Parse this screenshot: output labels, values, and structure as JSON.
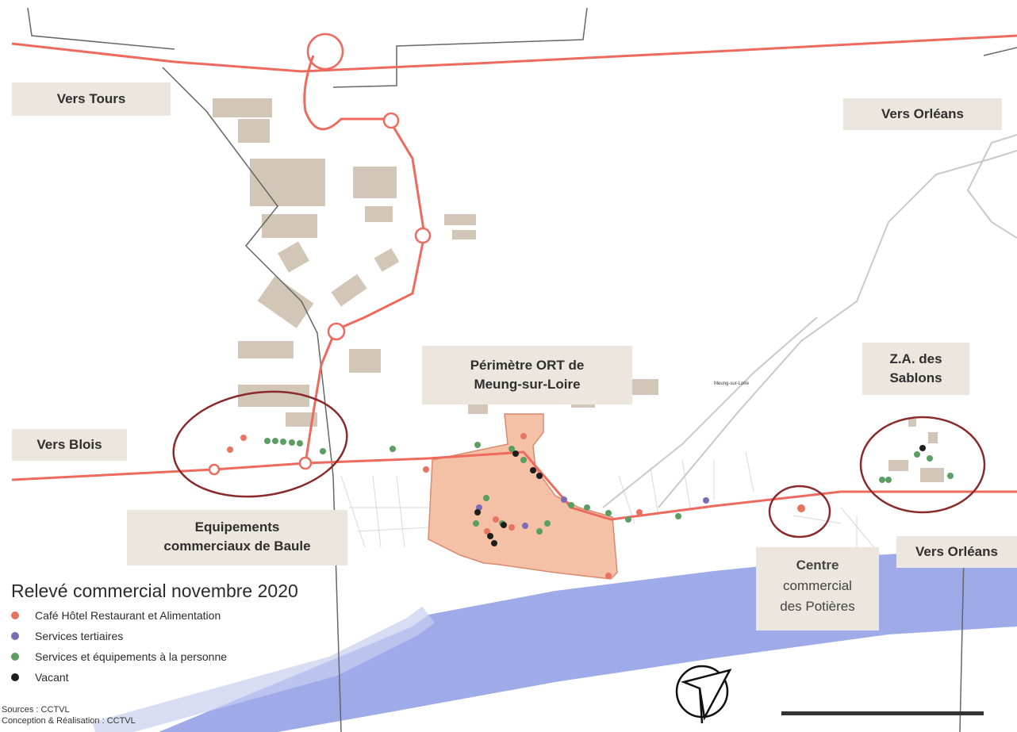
{
  "labels": {
    "vers_tours": "Vers Tours",
    "vers_orleans_top": "Vers Orléans",
    "vers_blois": "Vers Blois",
    "vers_orleans_right": "Vers Orléans",
    "perimetre_line1": "Périmètre ORT de",
    "perimetre_line2": "Meung-sur-Loire",
    "za_line1": "Z.A. des",
    "za_line2": "Sablons",
    "equip_line1": "Equipements",
    "equip_line2": "commerciaux de Baule",
    "centre_line1": "Centre",
    "centre_line2": "commercial",
    "centre_line3": "des Potières",
    "town_small": "Meung-sur-Loire"
  },
  "legend": {
    "title": "Relevé commercial novembre 2020",
    "items": [
      {
        "label": "Café Hôtel Restaurant et Alimentation",
        "color": "#e8735f"
      },
      {
        "label": "Services tertiaires",
        "color": "#7d6bb3"
      },
      {
        "label": "Services et équipements à la personne",
        "color": "#5b9e62"
      },
      {
        "label": "Vacant",
        "color": "#1e1e1e"
      }
    ]
  },
  "sources": {
    "line1": "Sources : CCTVL",
    "line2": "Conception & Réalisation : CCTVL"
  },
  "colors": {
    "road": "#ee6a5e",
    "river": "#9aa6e8",
    "perimeter": "#f5c1a6",
    "buildings": "#d2c7b7",
    "circle": "#8b2a2a",
    "rail": "#555555"
  }
}
